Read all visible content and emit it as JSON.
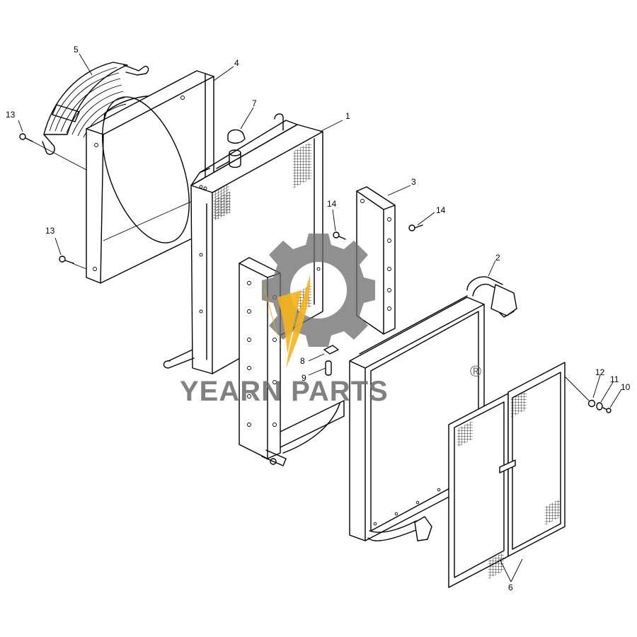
{
  "callouts": [
    {
      "id": "c1",
      "label": "1"
    },
    {
      "id": "c2",
      "label": "2"
    },
    {
      "id": "c3",
      "label": "3"
    },
    {
      "id": "c4",
      "label": "4"
    },
    {
      "id": "c5",
      "label": "5"
    },
    {
      "id": "c6",
      "label": "6"
    },
    {
      "id": "c7",
      "label": "7"
    },
    {
      "id": "c8",
      "label": "8"
    },
    {
      "id": "c9",
      "label": "9"
    },
    {
      "id": "c10",
      "label": "10"
    },
    {
      "id": "c11",
      "label": "11"
    },
    {
      "id": "c12",
      "label": "12"
    },
    {
      "id": "c13a",
      "label": "13"
    },
    {
      "id": "c13b",
      "label": "13"
    },
    {
      "id": "c14a",
      "label": "14"
    },
    {
      "id": "c14b",
      "label": "14"
    }
  ],
  "watermark": {
    "brand": "YEARN PARTS",
    "registered_mark": "®",
    "gear_color": "#6b6b6b",
    "accent_color": "#f5b41a"
  }
}
